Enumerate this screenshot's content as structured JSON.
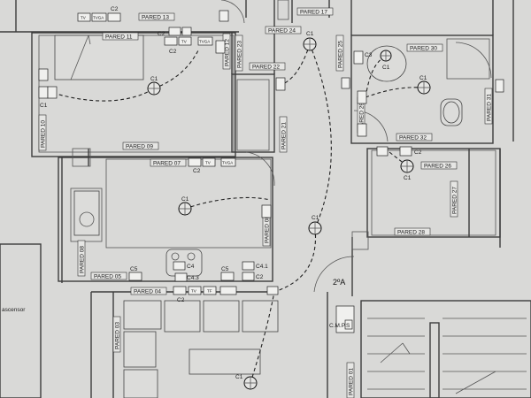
{
  "plan": {
    "walls": {
      "pared_13": "PARED 13",
      "pared_11": "PARED 11",
      "pared_12": "PARED 12",
      "pared_23": "PARED 23",
      "pared_24": "PARED 24",
      "pared_22": "PARED 22",
      "pared_17": "PARED 17",
      "pared_25": "PARED 25",
      "pared_30": "PARED 30",
      "pared_31": "PARED 31",
      "pared_29": "PARED 29",
      "pared_32": "PARED 32",
      "pared_10": "PARED 10",
      "pared_09": "PARED 09",
      "pared_21": "PARED 21",
      "pared_07": "PARED 07",
      "pared_26": "PARED 26",
      "pared_27": "PARED 27",
      "pared_28": "PARED 28",
      "pared_08a": "PARED 08",
      "pared_08b": "PARED 08",
      "pared_05": "PARED 05",
      "pared_04": "PARED 04",
      "pared_03": "PARED 03",
      "pared_01": "PARED 01"
    },
    "circuits": {
      "c1": "C1",
      "c2": "C2",
      "c3": "C3",
      "c4": "C4",
      "c5": "C5",
      "c41": "C4.1",
      "c43": "C4.3"
    },
    "switch_labels": {
      "tv": "TV",
      "tvga": "TVGA",
      "tf": "TF"
    },
    "stair_label": "2ºA",
    "panel_label": "C.M.P.S",
    "elevator_label": "ascensor"
  }
}
